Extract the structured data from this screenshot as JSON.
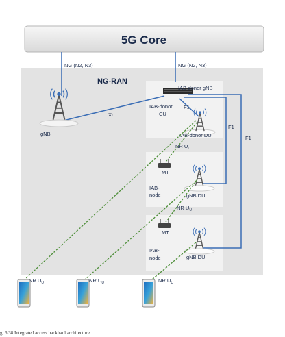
{
  "core": {
    "title": "5G Core"
  },
  "ran": {
    "title": "NG-RAN"
  },
  "links": {
    "ng_left": "NG (N2, N3)",
    "ng_right": "NG (N2, N3)",
    "xn": "Xn",
    "f1_a": "F1",
    "f1_b": "F1",
    "f1_c": "F1"
  },
  "nodes": {
    "gnb": "gNB",
    "donor_gnb": "IAB-donor gNB",
    "donor_cu_1": "IAB-donor",
    "donor_cu_2": "CU",
    "donor_du": "IAB-donor DU",
    "mt_1": "MT",
    "mt_2": "MT",
    "iab_node_1a": "IAB-",
    "iab_node_1b": "node",
    "iab_node_2a": "IAB-",
    "iab_node_2b": "node",
    "gnb_du_1": "gNB DU",
    "gnb_du_2": "gNB DU"
  },
  "radio": {
    "nr_uu_1": "NR U",
    "nr_uu_2": "NR U",
    "ue_1": "NR U",
    "ue_2": "NR U",
    "ue_3": "NR U",
    "sub": "U"
  },
  "caption": "g. 6.38  Integrated access backhaul architecture",
  "colors": {
    "link_blue": "#3a6db5",
    "radio_green": "#4f8f3a",
    "ran_bg": "#e3e3e3",
    "panel_bg": "#f2f2f2"
  }
}
